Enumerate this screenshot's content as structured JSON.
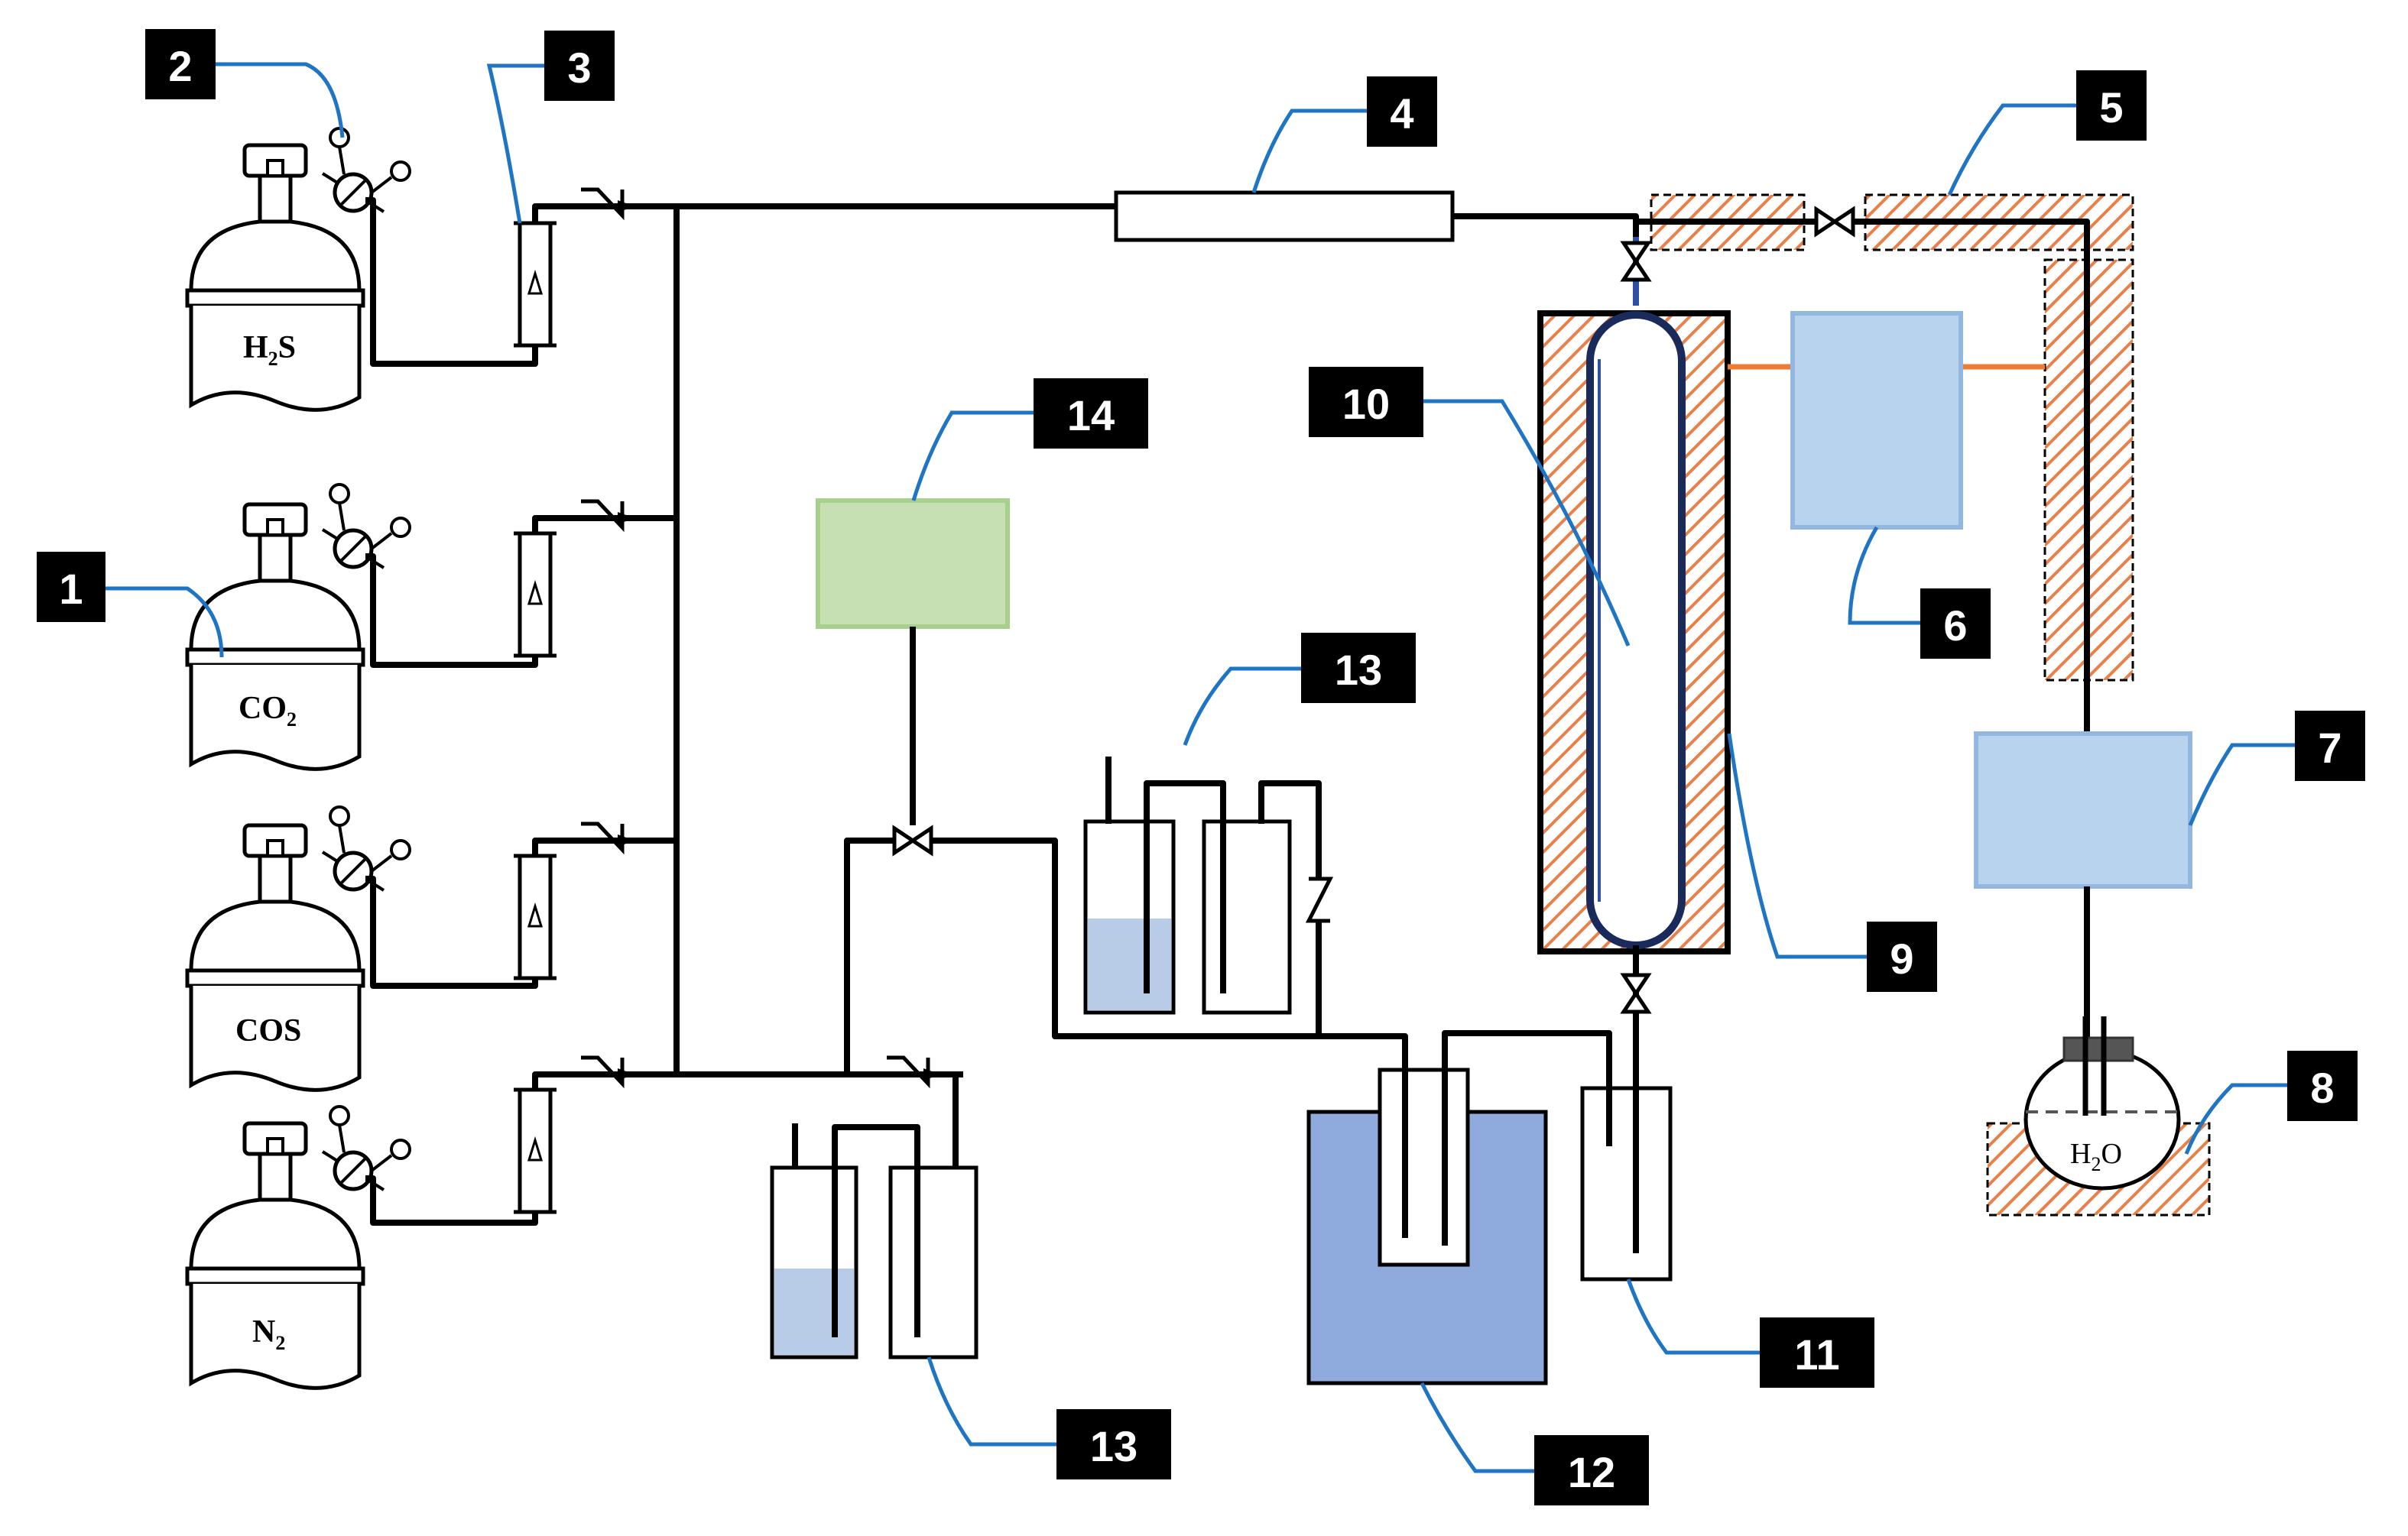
{
  "callouts": {
    "c1": "1",
    "c2": "2",
    "c3": "3",
    "c4": "4",
    "c5": "5",
    "c6": "6",
    "c7": "7",
    "c8": "8",
    "c9": "9",
    "c10": "10",
    "c11": "11",
    "c12": "12",
    "c13a": "13",
    "c13b": "13",
    "c14": "14"
  },
  "cylinders": {
    "h2s_main": "H",
    "h2s_sub": "2",
    "h2s_tail": "S",
    "co2_main": "CO",
    "co2_sub": "2",
    "cos": "COS",
    "n2_main": "N",
    "n2_sub": "2"
  },
  "flask": {
    "main": "H",
    "sub": "2",
    "tail": "O"
  },
  "colors": {
    "pipe": "#000000",
    "leader": "#1f74c4",
    "hatch": "#e9804a",
    "controller_blue": "#b8d3ee",
    "controller_border": "#93b7de",
    "controller_green": "#c6e0b4",
    "controller_green_border": "#a8d08d",
    "liquid": "#b8cce8",
    "bath": "#8faadc",
    "heater_line": "#ed7d31"
  },
  "icons": {
    "cylinder": "gas-cylinder-icon",
    "check_valve": "check-valve-icon",
    "rotameter": "rotameter-icon",
    "valve": "needle-valve-icon",
    "pressure_gauge": "pressure-regulator-icon"
  }
}
